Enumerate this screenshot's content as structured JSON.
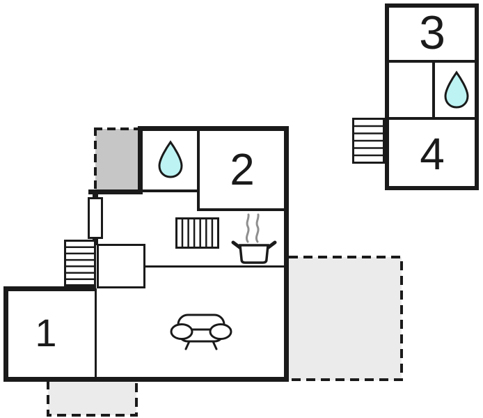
{
  "page": {
    "type": "floor-plan",
    "background": "#ffffff"
  },
  "colors": {
    "wall": "#1a1a1a",
    "storage": "#c6c6c6",
    "terrace": "#ebebeb",
    "water": "#bdf3f3",
    "steam": "#8f8f8f",
    "paper": "#ffffff"
  },
  "floorplan": {
    "main_building": {
      "rooms": [
        {
          "id": "room-1",
          "label": "1"
        },
        {
          "id": "room-2",
          "label": "2"
        }
      ],
      "icons": [
        "water-drop-icon",
        "radiator-icon",
        "stove-icon",
        "sofa-icon",
        "stairs-icon",
        "door-icon"
      ]
    },
    "annex_building": {
      "rooms": [
        {
          "id": "room-3",
          "label": "3"
        },
        {
          "id": "room-4",
          "label": "4"
        }
      ],
      "icons": [
        "water-drop-icon",
        "stairs-icon"
      ]
    },
    "outdoor_areas": [
      "storage-dashed-area",
      "terrace-right-dashed-area",
      "terrace-bottom-dashed-area"
    ]
  }
}
